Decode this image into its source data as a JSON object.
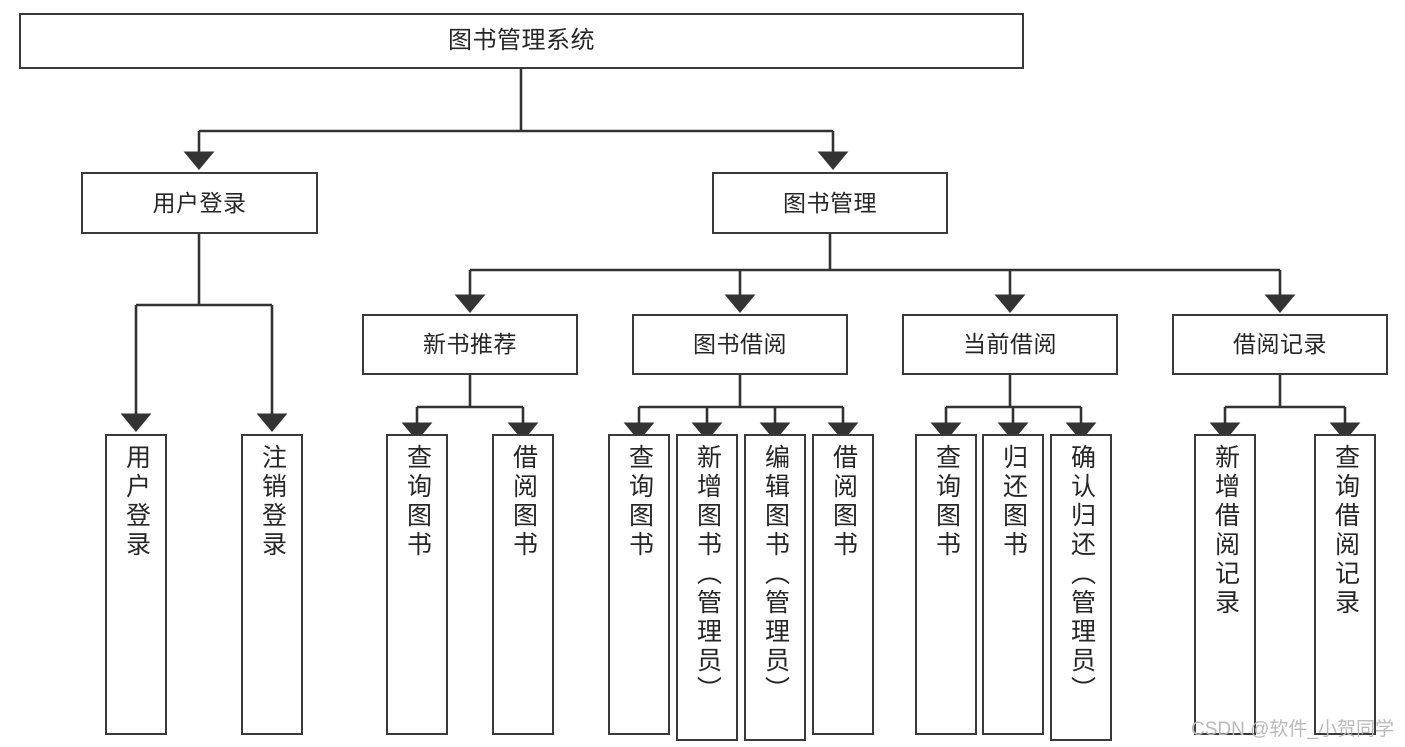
{
  "diagram": {
    "type": "tree",
    "title": "图书管理系统",
    "root": {
      "id": "root",
      "label": "图书管理系统"
    },
    "level1": [
      {
        "id": "user-login",
        "label": "用户登录"
      },
      {
        "id": "book-management",
        "label": "图书管理"
      }
    ],
    "level2": [
      {
        "id": "new-book-recommend",
        "label": "新书推荐",
        "parent": "book-management"
      },
      {
        "id": "book-borrow",
        "label": "图书借阅",
        "parent": "book-management"
      },
      {
        "id": "current-borrow",
        "label": "当前借阅",
        "parent": "book-management"
      },
      {
        "id": "borrow-record",
        "label": "借阅记录",
        "parent": "book-management"
      }
    ],
    "leaves": {
      "user_login": [
        {
          "id": "leaf-user-login",
          "label": "用户登录"
        },
        {
          "id": "leaf-user-logout",
          "label": "注销登录"
        }
      ],
      "new_book_recommend": [
        {
          "id": "leaf-query-book-1",
          "label": "查询图书"
        },
        {
          "id": "leaf-borrow-book-1",
          "label": "借阅图书"
        }
      ],
      "book_borrow": [
        {
          "id": "leaf-query-book-2",
          "label": "查询图书"
        },
        {
          "id": "leaf-add-book-admin",
          "label": "新增图书（管理员）"
        },
        {
          "id": "leaf-edit-book-admin",
          "label": "编辑图书（管理员）"
        },
        {
          "id": "leaf-borrow-book-2",
          "label": "借阅图书"
        }
      ],
      "current_borrow": [
        {
          "id": "leaf-query-book-3",
          "label": "查询图书"
        },
        {
          "id": "leaf-return-book",
          "label": "归还图书"
        },
        {
          "id": "leaf-confirm-return-admin",
          "label": "确认归还（管理员）"
        }
      ],
      "borrow_record": [
        {
          "id": "leaf-add-borrow-record",
          "label": "新增借阅记录"
        },
        {
          "id": "leaf-query-borrow-record",
          "label": "查询借阅记录"
        }
      ]
    },
    "watermark": "CSDN @软件_小贺同学",
    "colors": {
      "stroke": "#3a3a3a",
      "fill": "#ffffff",
      "text": "#262626",
      "watermark": "#b9b9b9"
    }
  }
}
